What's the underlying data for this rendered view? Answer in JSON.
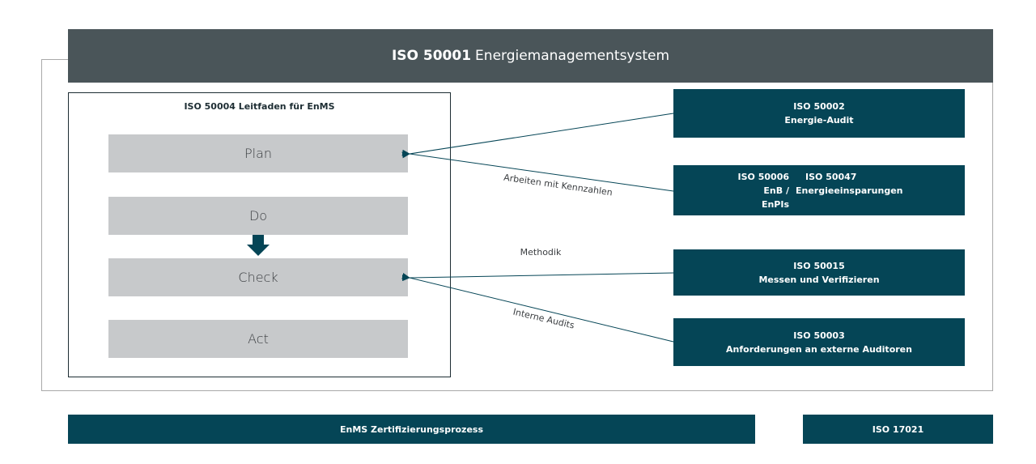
{
  "header": {
    "bold": "ISO 50001",
    "light": "Energiemanagementsystem"
  },
  "guide": {
    "title": "ISO 50004 Leitfaden für EnMS",
    "phases": [
      "Plan",
      "Do",
      "Check",
      "Act"
    ]
  },
  "standards": {
    "s50002": {
      "line1": "ISO 50002",
      "line2": "Energie-Audit"
    },
    "s50006_50047": {
      "a1": "ISO 50006",
      "a2": "EnB / EnPIs",
      "b1": "ISO 50047",
      "b2": "Energieeinsparungen"
    },
    "s50015": {
      "line1": "ISO 50015",
      "line2": "Messen und Verifizieren"
    },
    "s50003": {
      "line1": "ISO 50003",
      "line2": "Anforderungen an externe Auditoren"
    }
  },
  "connectors": {
    "kennzahlen": "Arbeiten mit Kennzahlen",
    "methodik": "Methodik",
    "audits": "Interne Audits"
  },
  "bottom": {
    "left": "EnMS Zertifizierungsprozess",
    "right": "ISO 17021"
  },
  "colors": {
    "dark_teal": "#054556",
    "header_grey": "#4a5559",
    "phase_grey": "#c7c9cb"
  }
}
